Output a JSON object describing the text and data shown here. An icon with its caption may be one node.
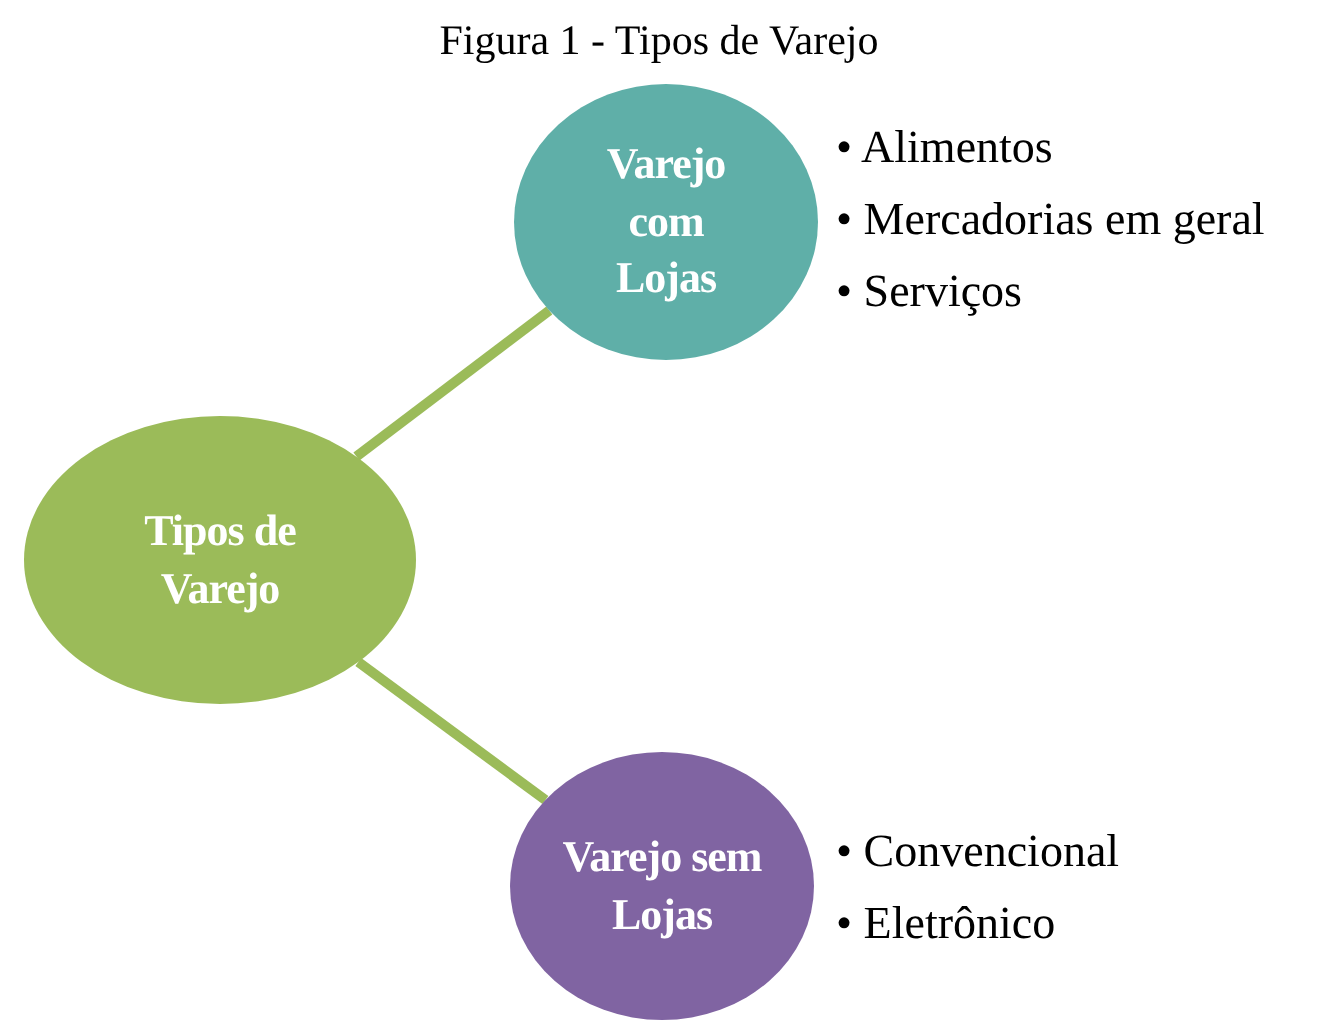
{
  "diagram": {
    "title": "Figura 1 - Tipos de Varejo",
    "nodes": [
      {
        "text": [
          "Varejo com Lojas"
        ],
        "beside": [
          "• Alimentos",
          "• Mercadorias em geral",
          "• Serviços"
        ]
      },
      {
        "text": [
          "Tipos de Varejo"
        ]
      },
      {
        "text": [
          "Varejo sem Lojas"
        ],
        "beside": [
          "• Convencional",
          "• Eletrônico"
        ]
      }
    ],
    "edges": [
      {
        "from": 1,
        "to": 0,
        "arrow": "none"
      },
      {
        "from": 1,
        "to": 2,
        "arrow": "none"
      }
    ]
  }
}
